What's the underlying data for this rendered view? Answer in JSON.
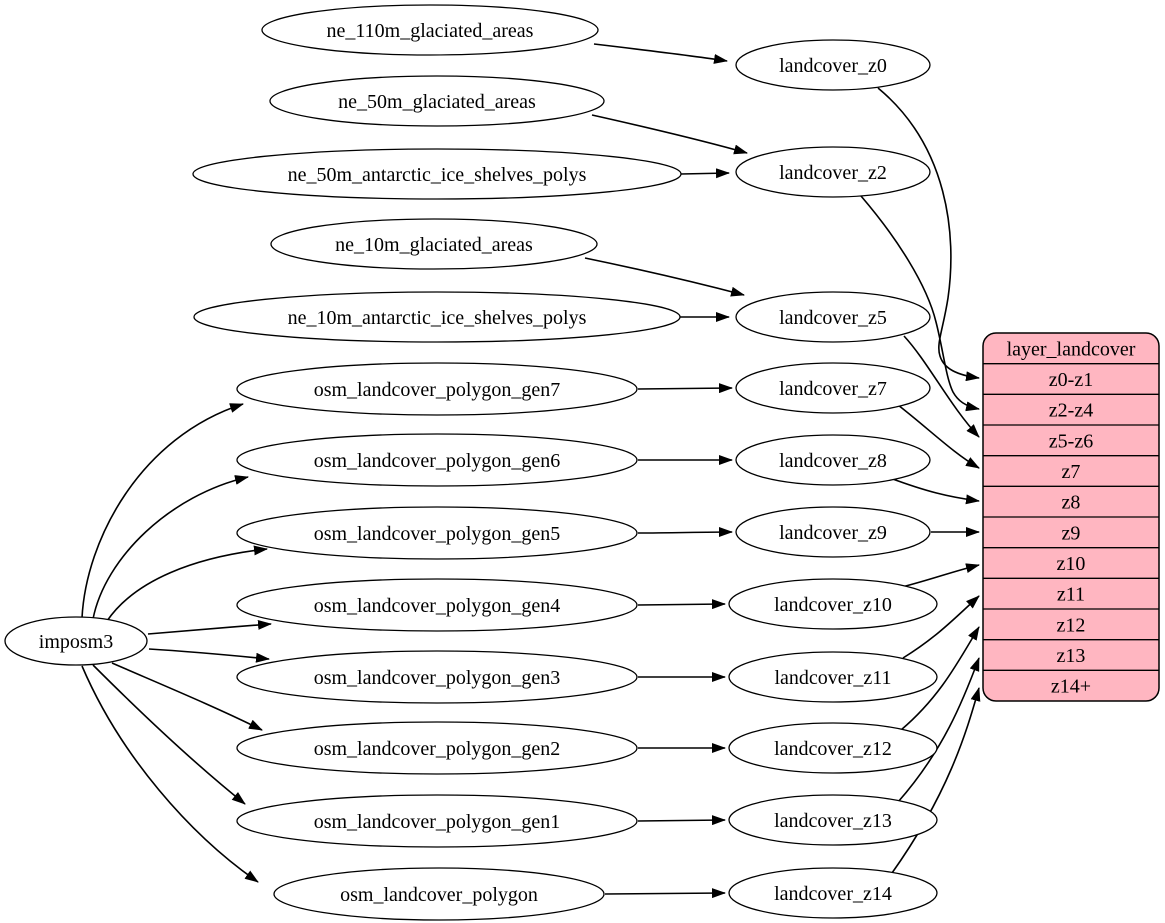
{
  "diagram": {
    "type": "dependency-graph",
    "background_color": "#ffffff",
    "node_fill": "#ffffff",
    "node_stroke": "#000000",
    "edge_color": "#000000",
    "table_fill": "#ffb6c1",
    "nodes": [
      {
        "id": "imposm3",
        "label": "imposm3"
      },
      {
        "id": "ne_110m_glaciated_areas",
        "label": "ne_110m_glaciated_areas"
      },
      {
        "id": "ne_50m_glaciated_areas",
        "label": "ne_50m_glaciated_areas"
      },
      {
        "id": "ne_50m_antarctic_ice_shelves_polys",
        "label": "ne_50m_antarctic_ice_shelves_polys"
      },
      {
        "id": "ne_10m_glaciated_areas",
        "label": "ne_10m_glaciated_areas"
      },
      {
        "id": "ne_10m_antarctic_ice_shelves_polys",
        "label": "ne_10m_antarctic_ice_shelves_polys"
      },
      {
        "id": "osm_landcover_polygon_gen7",
        "label": "osm_landcover_polygon_gen7"
      },
      {
        "id": "osm_landcover_polygon_gen6",
        "label": "osm_landcover_polygon_gen6"
      },
      {
        "id": "osm_landcover_polygon_gen5",
        "label": "osm_landcover_polygon_gen5"
      },
      {
        "id": "osm_landcover_polygon_gen4",
        "label": "osm_landcover_polygon_gen4"
      },
      {
        "id": "osm_landcover_polygon_gen3",
        "label": "osm_landcover_polygon_gen3"
      },
      {
        "id": "osm_landcover_polygon_gen2",
        "label": "osm_landcover_polygon_gen2"
      },
      {
        "id": "osm_landcover_polygon_gen1",
        "label": "osm_landcover_polygon_gen1"
      },
      {
        "id": "osm_landcover_polygon",
        "label": "osm_landcover_polygon"
      },
      {
        "id": "landcover_z0",
        "label": "landcover_z0"
      },
      {
        "id": "landcover_z2",
        "label": "landcover_z2"
      },
      {
        "id": "landcover_z5",
        "label": "landcover_z5"
      },
      {
        "id": "landcover_z7",
        "label": "landcover_z7"
      },
      {
        "id": "landcover_z8",
        "label": "landcover_z8"
      },
      {
        "id": "landcover_z9",
        "label": "landcover_z9"
      },
      {
        "id": "landcover_z10",
        "label": "landcover_z10"
      },
      {
        "id": "landcover_z11",
        "label": "landcover_z11"
      },
      {
        "id": "landcover_z12",
        "label": "landcover_z12"
      },
      {
        "id": "landcover_z13",
        "label": "landcover_z13"
      },
      {
        "id": "landcover_z14",
        "label": "landcover_z14"
      }
    ],
    "table": {
      "id": "layer_landcover",
      "header": "layer_landcover",
      "rows": [
        "z0-z1",
        "z2-z4",
        "z5-z6",
        "z7",
        "z8",
        "z9",
        "z10",
        "z11",
        "z12",
        "z13",
        "z14+"
      ]
    },
    "edges": [
      {
        "from": "ne_110m_glaciated_areas",
        "to": "landcover_z0"
      },
      {
        "from": "ne_50m_glaciated_areas",
        "to": "landcover_z2"
      },
      {
        "from": "ne_50m_antarctic_ice_shelves_polys",
        "to": "landcover_z2"
      },
      {
        "from": "ne_10m_glaciated_areas",
        "to": "landcover_z5"
      },
      {
        "from": "ne_10m_antarctic_ice_shelves_polys",
        "to": "landcover_z5"
      },
      {
        "from": "imposm3",
        "to": "osm_landcover_polygon_gen7"
      },
      {
        "from": "imposm3",
        "to": "osm_landcover_polygon_gen6"
      },
      {
        "from": "imposm3",
        "to": "osm_landcover_polygon_gen5"
      },
      {
        "from": "imposm3",
        "to": "osm_landcover_polygon_gen4"
      },
      {
        "from": "imposm3",
        "to": "osm_landcover_polygon_gen3"
      },
      {
        "from": "imposm3",
        "to": "osm_landcover_polygon_gen2"
      },
      {
        "from": "imposm3",
        "to": "osm_landcover_polygon_gen1"
      },
      {
        "from": "imposm3",
        "to": "osm_landcover_polygon"
      },
      {
        "from": "osm_landcover_polygon_gen7",
        "to": "landcover_z7"
      },
      {
        "from": "osm_landcover_polygon_gen6",
        "to": "landcover_z8"
      },
      {
        "from": "osm_landcover_polygon_gen5",
        "to": "landcover_z9"
      },
      {
        "from": "osm_landcover_polygon_gen4",
        "to": "landcover_z10"
      },
      {
        "from": "osm_landcover_polygon_gen3",
        "to": "landcover_z11"
      },
      {
        "from": "osm_landcover_polygon_gen2",
        "to": "landcover_z12"
      },
      {
        "from": "osm_landcover_polygon_gen1",
        "to": "landcover_z13"
      },
      {
        "from": "osm_landcover_polygon",
        "to": "landcover_z14"
      },
      {
        "from": "landcover_z0",
        "to": "layer_landcover.z0-z1"
      },
      {
        "from": "landcover_z2",
        "to": "layer_landcover.z2-z4"
      },
      {
        "from": "landcover_z5",
        "to": "layer_landcover.z5-z6"
      },
      {
        "from": "landcover_z7",
        "to": "layer_landcover.z7"
      },
      {
        "from": "landcover_z8",
        "to": "layer_landcover.z8"
      },
      {
        "from": "landcover_z9",
        "to": "layer_landcover.z9"
      },
      {
        "from": "landcover_z10",
        "to": "layer_landcover.z10"
      },
      {
        "from": "landcover_z11",
        "to": "layer_landcover.z11"
      },
      {
        "from": "landcover_z12",
        "to": "layer_landcover.z12"
      },
      {
        "from": "landcover_z13",
        "to": "layer_landcover.z13"
      },
      {
        "from": "landcover_z14",
        "to": "layer_landcover.z14+"
      }
    ]
  }
}
